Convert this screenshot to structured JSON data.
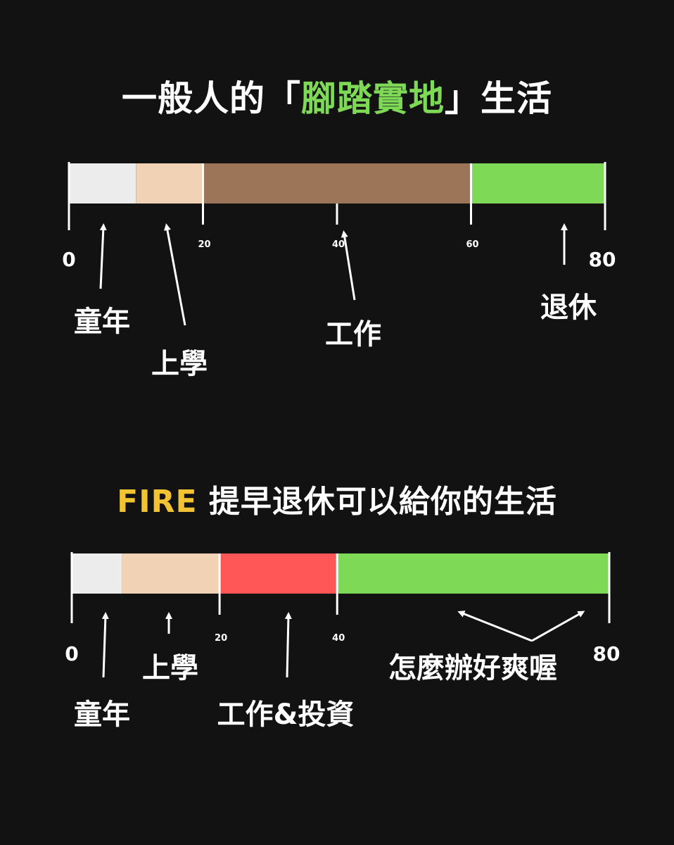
{
  "title_top": {
    "prefix": "一般人的「",
    "highlight": "腳踏實地",
    "suffix": "」生活"
  },
  "title_bottom": {
    "highlight": "FIRE",
    "text": " 提早退休可以給你的生活"
  },
  "colors": {
    "background": "#121212",
    "childhood": "#ececec",
    "school": "#f2d2b4",
    "work": "#9c7558",
    "work_invest": "#ff5757",
    "retirement": "#7ed957",
    "fire_gold": "#f1c232",
    "axis": "#ffffff"
  },
  "chart_data": [
    {
      "type": "timeline",
      "axis_range": [
        0,
        80
      ],
      "segments": [
        {
          "from": 0,
          "to": 10,
          "color": "#ececec"
        },
        {
          "from": 10,
          "to": 20,
          "color": "#f2d2b4"
        },
        {
          "from": 20,
          "to": 60,
          "color": "#9c7558"
        },
        {
          "from": 60,
          "to": 80,
          "color": "#7ed957"
        }
      ],
      "ticks": [
        {
          "value": 0,
          "label": "0",
          "style": "end"
        },
        {
          "value": 20,
          "label": "20",
          "style": "small"
        },
        {
          "value": 40,
          "label": "40",
          "style": "small"
        },
        {
          "value": 60,
          "label": "60",
          "style": "small"
        },
        {
          "value": 80,
          "label": "80",
          "style": "end"
        }
      ],
      "annotations": [
        {
          "label": "童年",
          "value": 5
        },
        {
          "label": "上學",
          "value": 15
        },
        {
          "label": "工作",
          "value": 40
        },
        {
          "label": "退休",
          "value": 74
        }
      ]
    },
    {
      "type": "timeline",
      "axis_range": [
        0,
        80
      ],
      "segments": [
        {
          "from": 0,
          "to": 7.5,
          "color": "#ececec"
        },
        {
          "from": 7.5,
          "to": 22,
          "color": "#f2d2b4"
        },
        {
          "from": 22,
          "to": 39.5,
          "color": "#ff5757"
        },
        {
          "from": 39.5,
          "to": 80,
          "color": "#7ed957"
        }
      ],
      "ticks": [
        {
          "value": 0,
          "label": "0",
          "style": "end"
        },
        {
          "value": 22,
          "label": "20",
          "style": "small"
        },
        {
          "value": 39.5,
          "label": "40",
          "style": "small"
        },
        {
          "value": 80,
          "label": "80",
          "style": "end"
        }
      ],
      "annotations": [
        {
          "label": "童年",
          "value": 5
        },
        {
          "label": "上學",
          "value": 14.5
        },
        {
          "label": "工作&投資",
          "value": 32.5
        },
        {
          "label": "怎麼辦好爽喔",
          "value": 60
        }
      ]
    }
  ]
}
